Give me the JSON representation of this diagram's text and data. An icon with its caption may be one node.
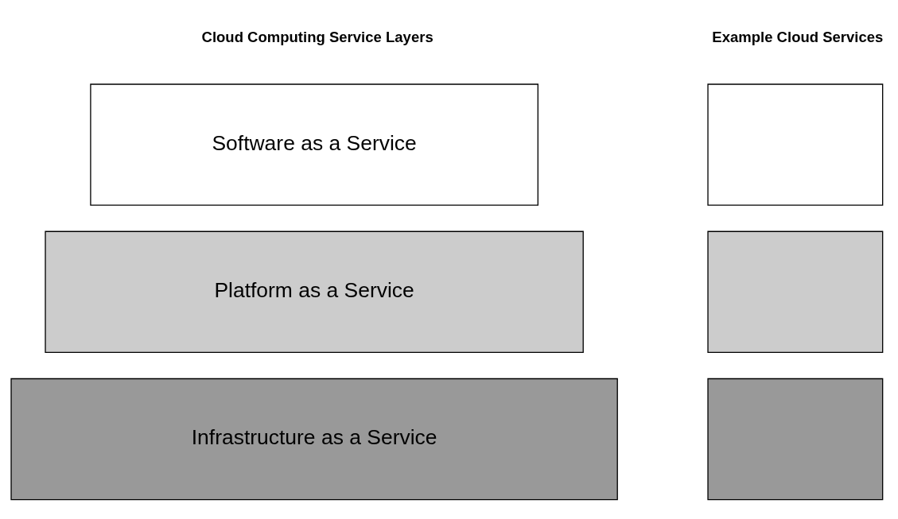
{
  "diagram": {
    "nodes": [
      {
        "text": [
          "Software as a Service"
        ]
      },
      {
        "text": [
          "Platform as a Service"
        ]
      },
      {
        "text": [
          "Infrastructure as a Service"
        ]
      },
      {
        "text": [],
        "shape": "box"
      },
      {
        "text": [],
        "shape": "box"
      },
      {
        "text": [],
        "shape": "box"
      }
    ],
    "edges": [],
    "labels": [
      "Cloud Computing Service Layers",
      "Example Cloud Services"
    ]
  }
}
